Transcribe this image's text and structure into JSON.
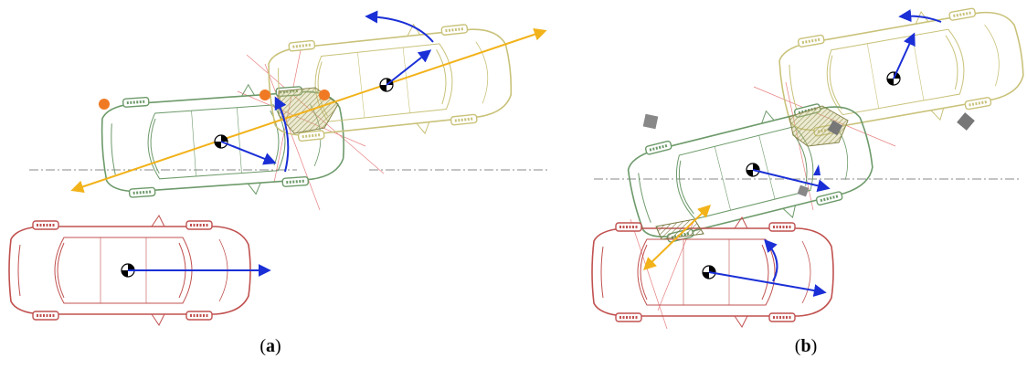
{
  "figure": {
    "panels": [
      {
        "id": "a",
        "caption_open": "(",
        "caption_label": "a",
        "caption_close": ")"
      },
      {
        "id": "b",
        "caption_open": "(",
        "caption_label": "b",
        "caption_close": ")"
      }
    ]
  },
  "colors": {
    "car_green": "#6d9a6a",
    "car_yellow": "#c9c27a",
    "car_red": "#c0514f",
    "car_outline": "#555555",
    "velocity_arrow": "#1a2fd6",
    "impulse_arrow": "#f2b21a",
    "contact_marker": "#f07a24",
    "centerline": "#888888",
    "debris": "#888888",
    "crush_zone": "#8a8a55"
  }
}
